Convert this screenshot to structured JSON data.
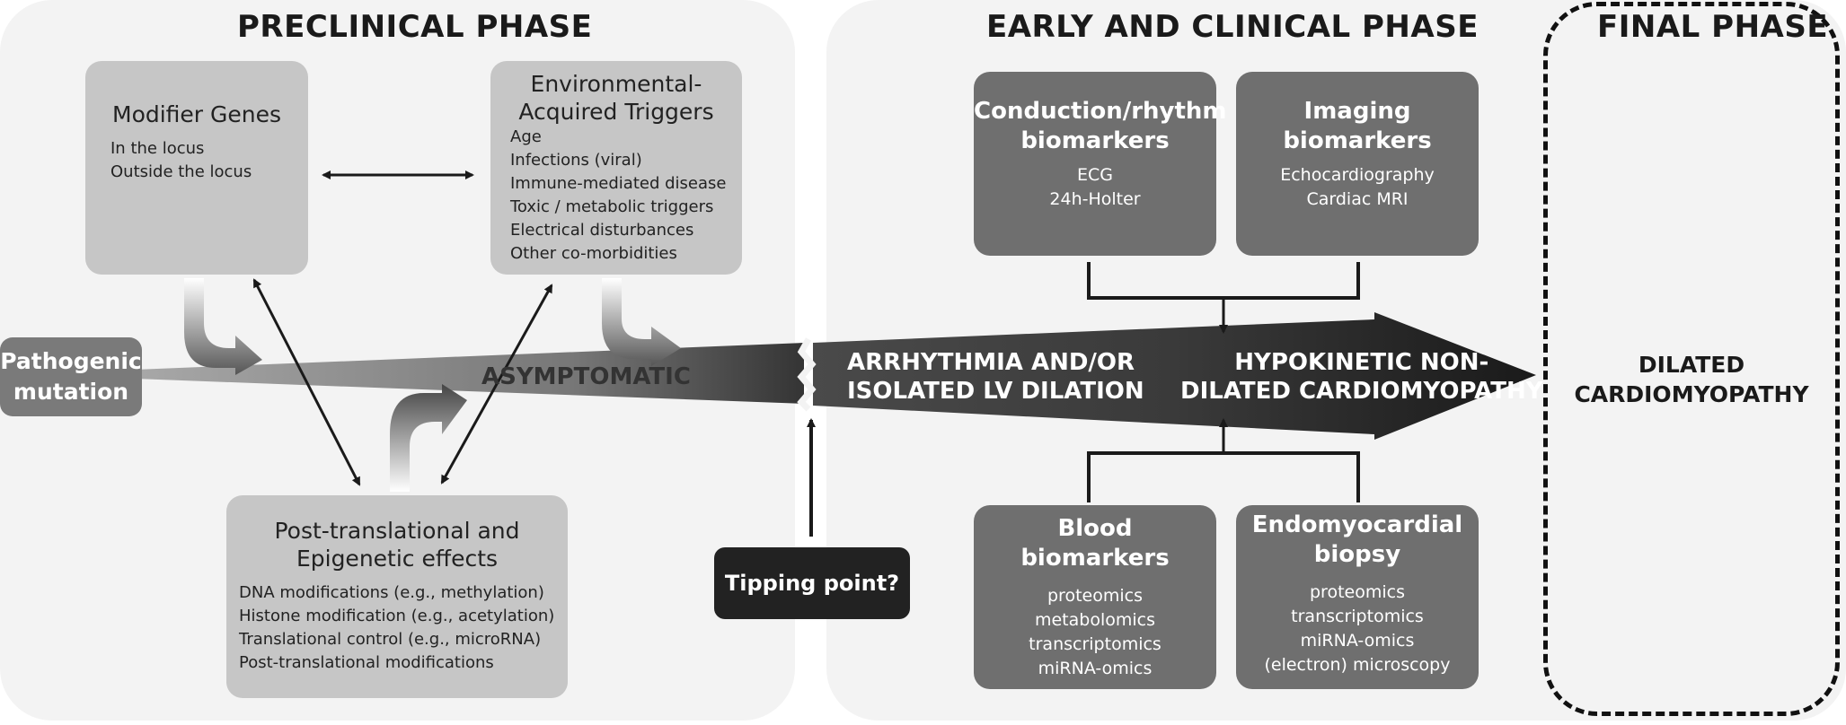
{
  "phases": {
    "preclinical": "PRECLINICAL PHASE",
    "early_clinical": "EARLY AND CLINICAL PHASE",
    "final": "FINAL PHASE"
  },
  "modifier_genes": {
    "title": "Modifier Genes",
    "items": [
      "In the locus",
      "Outside the locus"
    ]
  },
  "environmental": {
    "title_line1": "Environmental-",
    "title_line2": "Acquired Triggers",
    "items": [
      "Age",
      "Infections (viral)",
      "Immune-mediated disease",
      "Toxic / metabolic triggers",
      "Electrical disturbances",
      "Other co-morbidities"
    ]
  },
  "post_translational": {
    "title_line1": "Post-translational and",
    "title_line2": "Epigenetic effects",
    "items": [
      "DNA modifications (e.g., methylation)",
      "Histone modification (e.g., acetylation)",
      "Translational control (e.g., microRNA)",
      "Post-translational modifications"
    ]
  },
  "pathogenic_mutation": {
    "line1": "Pathogenic",
    "line2": "mutation"
  },
  "progression": {
    "asymptomatic": "ASYMPTOMATIC",
    "stage2_line1": "ARRHYTHMIA AND/OR",
    "stage2_line2": "ISOLATED LV DILATION",
    "stage3_line1": "HYPOKINETIC NON-",
    "stage3_line2": "DILATED CARDIOMYOPATHY"
  },
  "tipping_point": "Tipping point?",
  "biomarkers": {
    "conduction": {
      "title_line1": "Conduction/rhythm",
      "title_line2": "biomarkers",
      "items": [
        "ECG",
        "24h-Holter"
      ]
    },
    "imaging": {
      "title_line1": "Imaging",
      "title_line2": "biomarkers",
      "items": [
        "Echocardiography",
        "Cardiac MRI"
      ]
    },
    "blood": {
      "title_line1": "Blood",
      "title_line2": "biomarkers",
      "items": [
        "proteomics",
        "metabolomics",
        "transcriptomics",
        "miRNA-omics"
      ]
    },
    "biopsy": {
      "title_line1": "Endomyocardial",
      "title_line2": "biopsy",
      "items": [
        "proteomics",
        "transcriptomics",
        "miRNA-omics",
        "(electron) microscopy"
      ]
    }
  },
  "final_outcome": {
    "line1": "DILATED",
    "line2": "CARDIOMYOPATHY"
  }
}
